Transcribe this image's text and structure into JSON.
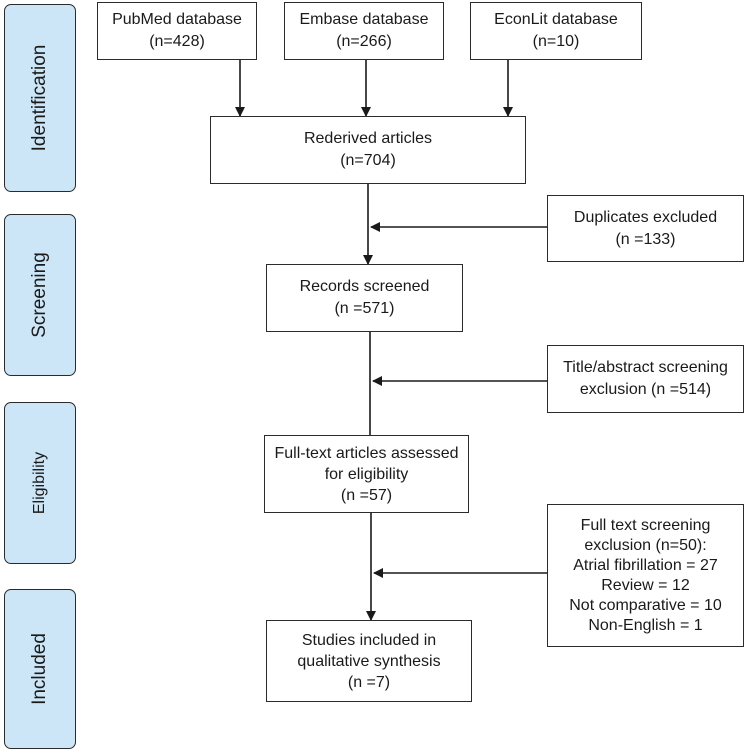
{
  "stages": {
    "identification": "Identification",
    "screening": "Screening",
    "eligibility": "Eligibility",
    "included": "Included"
  },
  "sources": [
    {
      "name": "PubMed database",
      "count": "(n=428)"
    },
    {
      "name": "Embase database",
      "count": "(n=266)"
    },
    {
      "name": "EconLit database",
      "count": "(n=10)"
    }
  ],
  "retrieved": {
    "label": "Rederived articles",
    "count": "(n=704)"
  },
  "duplicates": {
    "label": "Duplicates excluded",
    "count": "(n =133)"
  },
  "screened": {
    "label": "Records screened",
    "count": "(n =571)"
  },
  "title_exclusion": {
    "line1": "Title/abstract screening",
    "line2": "exclusion (n =514)"
  },
  "fulltext": {
    "line1": "Full-text articles assessed",
    "line2": "for eligibility",
    "count": "(n =57)"
  },
  "fulltext_exclusion": {
    "lines": [
      "Full text screening",
      "exclusion (n=50):",
      "Atrial fibrillation = 27",
      "Review = 12",
      "Not comparative = 10",
      "Non-English = 1"
    ]
  },
  "included": {
    "line1": "Studies included in",
    "line2": "qualitative synthesis",
    "count": "(n =7)"
  },
  "colors": {
    "stage_fill": "#cde6f7",
    "border": "#2b2b2b",
    "arrow": "#1a1a1a"
  }
}
